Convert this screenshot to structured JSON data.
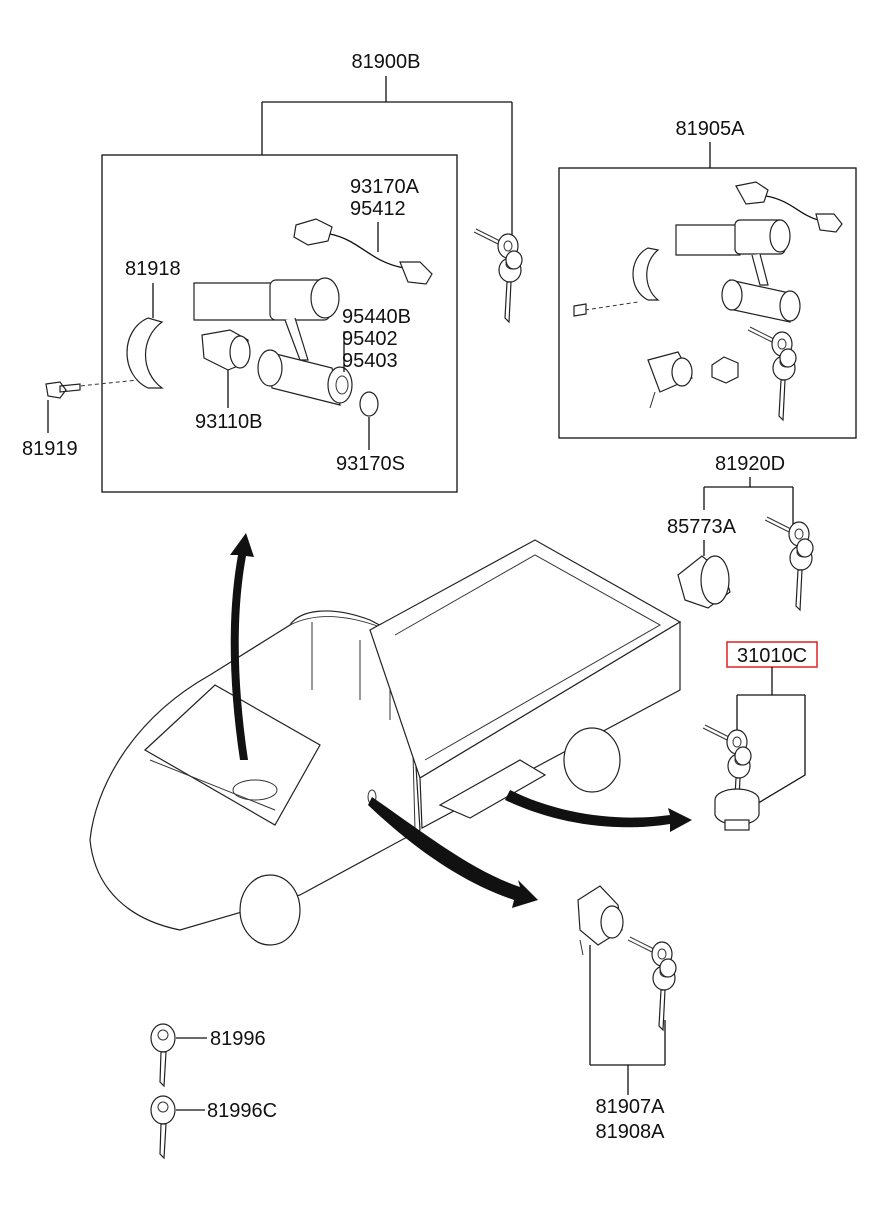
{
  "diagram": {
    "parts": {
      "assy_main": "81900B",
      "assy_alt": "81905A",
      "wiring_1": "93170A",
      "wiring_2": "95412",
      "clamp": "81918",
      "screw": "81919",
      "body_1": "95440B",
      "body_2": "95402",
      "body_3": "95403",
      "immobilizer": "93110B",
      "ring": "93170S",
      "cap_set": "81920D",
      "cap": "85773A",
      "fuel_cap": "31010C",
      "key_1": "81996",
      "key_2": "81996C",
      "door_lock_1": "81907A",
      "door_lock_2": "81908A"
    },
    "highlighted_part": "31010C",
    "highlight_color": "#e02020"
  }
}
